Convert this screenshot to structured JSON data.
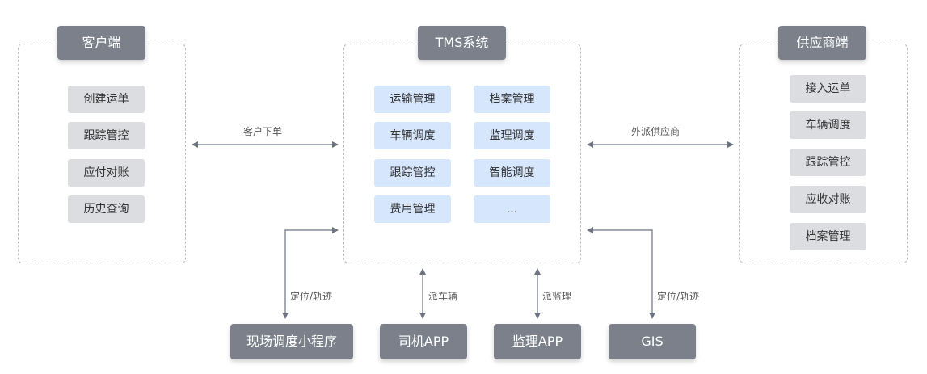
{
  "customer": {
    "title": "客户端",
    "items": [
      "创建运单",
      "跟踪管控",
      "应付对账",
      "历史查询"
    ]
  },
  "tms": {
    "title": "TMS系统",
    "left_items": [
      "运输管理",
      "车辆调度",
      "跟踪管控",
      "费用管理"
    ],
    "right_items": [
      "档案管理",
      "监理调度",
      "智能调度",
      "…"
    ]
  },
  "supplier": {
    "title": "供应商端",
    "items": [
      "接入运单",
      "车辆调度",
      "跟踪管控",
      "应收对账",
      "档案管理"
    ]
  },
  "links": {
    "customer_order": "客户下单",
    "outsource_supplier": "外派供应商",
    "locate_track_1": "定位/轨迹",
    "dispatch_vehicle": "派车辆",
    "dispatch_supervision": "派监理",
    "locate_track_2": "定位/轨迹"
  },
  "bottom": {
    "site_dispatch": "现场调度小程序",
    "driver_app": "司机APP",
    "supervision_app": "监理APP",
    "gis": "GIS"
  },
  "colors": {
    "title_bg": "#7b808b",
    "gray_item": "#dcdde0",
    "blue_item": "#d6e6fc",
    "arrow": "#6e7381",
    "dashed_border": "#b9bcc2"
  }
}
